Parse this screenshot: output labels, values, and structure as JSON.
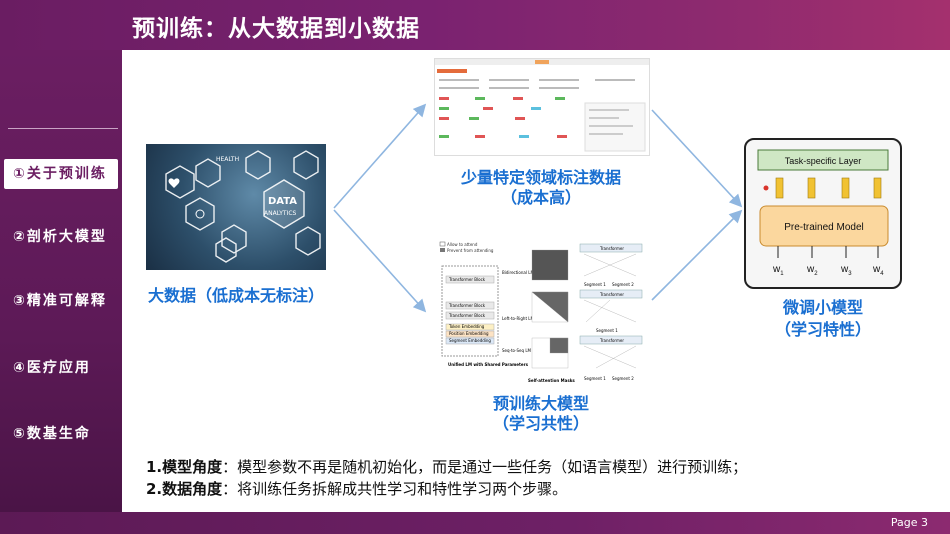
{
  "slide": {
    "title": "预训练：从大数据到小数据",
    "page": "Page 3"
  },
  "sidebar": {
    "items": [
      {
        "label": "①关于预训练",
        "active": true
      },
      {
        "label": "②剖析大模型",
        "active": false
      },
      {
        "label": "③精准可解释",
        "active": false
      },
      {
        "label": "④医疗应用",
        "active": false
      },
      {
        "label": "⑤数基生命",
        "active": false
      }
    ]
  },
  "big_data": {
    "caption": "大数据（低成本无标注）",
    "hex_labels": {
      "health": "HEALTH",
      "data": "DATA",
      "analytics": "ANALYTICS"
    }
  },
  "labeled_data": {
    "caption_line1": "少量特定领域标注数据",
    "caption_line2": "（成本高）"
  },
  "pretrain_model": {
    "caption_line1": "预训练大模型",
    "caption_line2": "（学习共性）",
    "diagram": {
      "legend_allow": "Allow to attend",
      "legend_prevent": "Prevent from attending",
      "transformer_block": "Transformer Block",
      "token_embedding": "Token Embedding",
      "position_embedding": "Position Embedding",
      "segment_embedding": "Segment Embedding",
      "unified_lm": "Unified LM with Shared Parameters",
      "bidirectional_lm": "Bidirectional LM",
      "left_to_right_lm": "Left-to-Right LM",
      "seq_to_seq_lm": "Seq-to-Seq LM",
      "self_attention_masks": "Self-attention Masks",
      "transformer": "Transformer",
      "segment1": "Segment 1",
      "segment2": "Segment 2"
    }
  },
  "fine_tune": {
    "caption_line1": "微调小模型",
    "caption_line2": "（学习特性）",
    "task_layer": "Task-specific Layer",
    "pretrained_model": "Pre-trained Model",
    "inputs": [
      "w",
      "w",
      "w",
      "w"
    ],
    "subscripts": [
      "1",
      "2",
      "3",
      "4"
    ]
  },
  "bottom": {
    "line1_bold": "1.模型角度",
    "line1_text": "：模型参数不再是随机初始化，而是通过一些任务（如语言模型）进行预训练；",
    "line2_bold": "2.数据角度",
    "line2_text": "：将训练任务拆解成共性学习和特性学习两个步骤。"
  },
  "colors": {
    "brand": "#6b1e62",
    "caption_blue": "#1a6fd1",
    "arrow": "#8fb6e0",
    "task_green": "#cfe7c4",
    "pretrained_orange": "#fbd79e",
    "connector_yellow": "#f1c232"
  }
}
